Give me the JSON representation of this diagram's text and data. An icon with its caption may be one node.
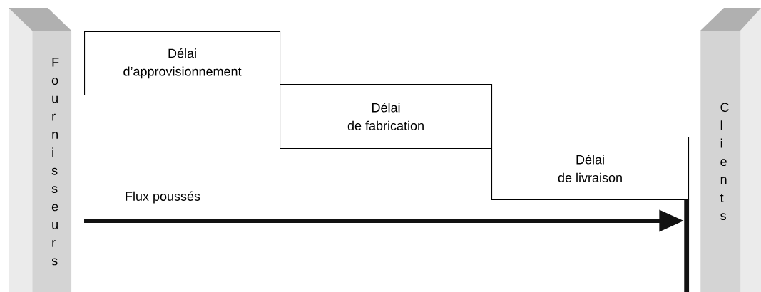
{
  "diagram": {
    "nodes": [
      {
        "text": [
          "Fournisseurs"
        ]
      },
      {
        "text": [
          "Délai",
          "d’approvisionnement"
        ]
      },
      {
        "text": [
          "Délai",
          "de fabrication"
        ]
      },
      {
        "text": [
          "Délai",
          "de livraison"
        ]
      },
      {
        "text": [
          "Clients"
        ]
      },
      {
        "text": [],
        "shape": "bar"
      }
    ],
    "edges": [
      {
        "from": null,
        "to": 5,
        "arrow": "to",
        "label": "Flux poussés"
      }
    ]
  }
}
